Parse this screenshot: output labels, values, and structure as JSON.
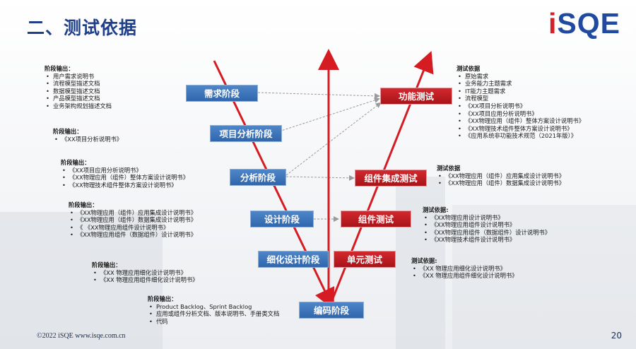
{
  "header": {
    "title": "二、测试依据"
  },
  "logo": {
    "prefix": "i",
    "suffix": "SQE"
  },
  "footer": {
    "copyright": "©2022  iSQE    www.isqe.com.cn",
    "page": "20"
  },
  "left_stages": [
    {
      "label": "需求阶段"
    },
    {
      "label": "项目分析阶段"
    },
    {
      "label": "分析阶段"
    },
    {
      "label": "设计阶段"
    },
    {
      "label": "细化设计阶段"
    }
  ],
  "bottom_stage": {
    "label": "编码阶段"
  },
  "right_stages": [
    {
      "label": "功能测试"
    },
    {
      "label": "组件集成测试"
    },
    {
      "label": "组件测试"
    },
    {
      "label": "单元测试"
    }
  ],
  "left_notes": [
    {
      "heading": "阶段输出：",
      "items": [
        "用户需求说明书",
        "流程模型描述文档",
        "数据模型描述文档",
        "产品模型描述文档",
        "业务架构规划描述文档"
      ]
    },
    {
      "heading": "阶段输出：",
      "items": [
        "《XX项目分析说明书》"
      ]
    },
    {
      "heading": "阶段输出：",
      "items": [
        "《XX项目应用分析说明书》",
        "《XX物理应用（组件）整体方案设计说明书》",
        "《XX物理技术组件整体方案设计说明书》"
      ]
    },
    {
      "heading": "阶段输出：",
      "items": [
        "《XX物理应用（组件）应用集成设计说明书》",
        "《XX物理应用（组件）数据集成设计说明书》",
        "《 《XX物理应用组件设计说明书》",
        "《XX物理应用组件（数据组件）设计说明书》"
      ]
    },
    {
      "heading": "阶段输出：",
      "items": [
        "《XX 物理应用细化设计说明书》",
        "《XX 物理应用组件细化设计说明书》"
      ]
    },
    {
      "heading": "阶段输出：",
      "items": [
        "Product Backlog、Sprint Backlog",
        "应用或组件分析文档、版本说明书、手册类文档",
        "代码"
      ]
    }
  ],
  "right_notes": [
    {
      "heading": "测试依据",
      "items": [
        "原始需求",
        "业务能力主题需求",
        "IT能力主题需求",
        "流程模型",
        "《XX项目分析说明书》",
        "《XX项目应用分析说明书》",
        "《XX物理应用（组件）整体方案设计说明书》",
        "《XX物理技术组件整体方案设计说明书》",
        "《应用系统非功能技术规范（2021年版）》"
      ]
    },
    {
      "heading": "测试依据",
      "items": [
        "《XX物理应用（组件）应用集成设计说明书》",
        "《XX物理应用（组件）数据集成设计说明书》"
      ]
    },
    {
      "heading": "测试依据:",
      "items": [
        "《XX物理应用设计说明书》",
        "《XX物理应用组件设计说明书》",
        "《XX物理应用组件（数据组件）设计说明书》",
        "《XX物理技术组件设计说明书》"
      ]
    },
    {
      "heading": "测试依据:",
      "items": [
        "《XX 物理应用细化设计说明书》",
        "《XX 物理应用组件细化设计说明书》"
      ]
    }
  ],
  "colors": {
    "title": "#1f3f8a",
    "blue_box": "#3a72b8",
    "red_box": "#c41e25",
    "line_red": "#d41c22"
  }
}
